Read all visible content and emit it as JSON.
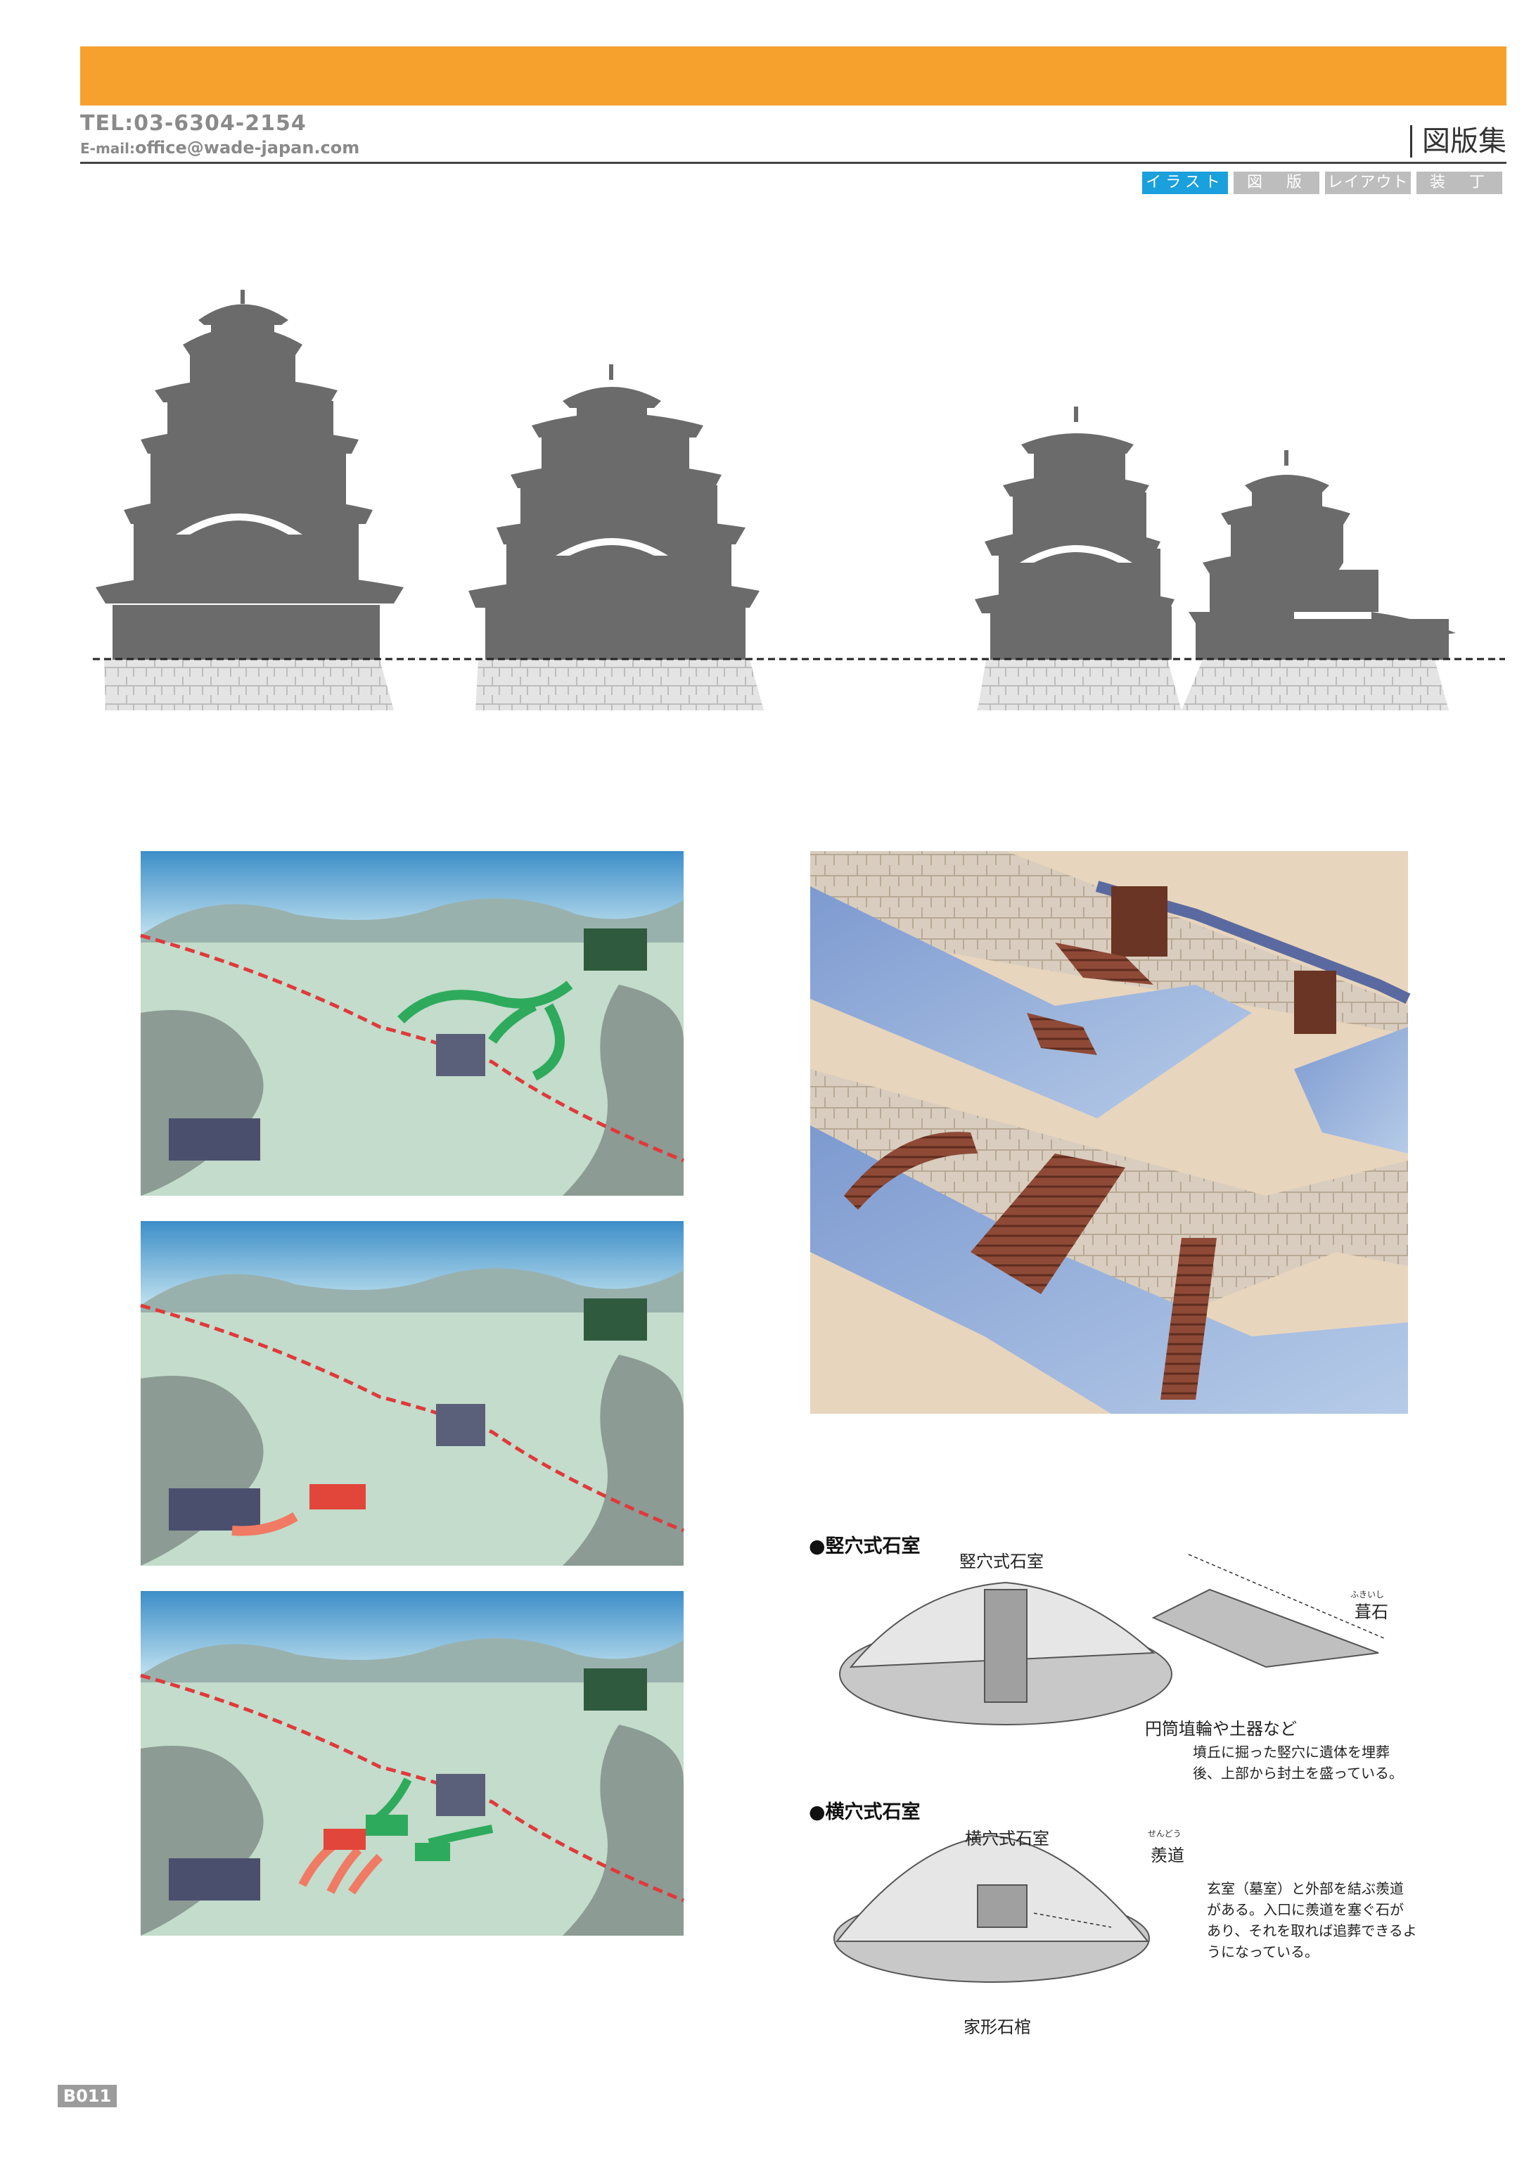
{
  "header": {
    "tel": "TEL:03-6304-2154",
    "email_label": "E-mail:",
    "email": "office@wade-japan.com",
    "section_title": "図版集",
    "tabs": [
      {
        "label": "イラスト",
        "active": true
      },
      {
        "label": "図　版",
        "active": false
      },
      {
        "label": "レイアウト",
        "active": false
      },
      {
        "label": "装　丁",
        "active": false
      }
    ]
  },
  "colors": {
    "accent": "#f6a02e",
    "tab_active": "#1aa0dc",
    "tab_inactive": "#bdbdbd",
    "castle_silhouette": "#6b6b6b",
    "moat_water": "#8aa5cf",
    "field_green": "#c3dccb"
  },
  "illustrations": {
    "castle_silhouettes": [
      "castle-silhouette-1",
      "castle-silhouette-2",
      "castle-silhouette-3",
      "castle-silhouette-4"
    ],
    "battle_panels": [
      "battle-panel-1",
      "battle-panel-2",
      "battle-panel-3"
    ],
    "moat": "castle-moat-bridges"
  },
  "tomb_diagrams": {
    "tateana": {
      "heading": "●竪穴式石室",
      "label_chamber": "竪穴式石室",
      "label_fukiishi": "葺石",
      "ruby_fukiishi": "ふきいし",
      "label_haniwa": "円筒埴輪や土器など",
      "note_lines": [
        "墳丘に掘った竪穴に遺体を埋葬",
        "後、上部から封土を盛っている。"
      ]
    },
    "yokoana": {
      "heading": "●横穴式石室",
      "label_chamber": "横穴式石室",
      "label_sendo": "羨道",
      "ruby_sendo": "せんどう",
      "label_sarcophagus": "家形石棺",
      "note_lines": [
        "玄室（墓室）と外部を結ぶ羨道",
        "がある。入口に羨道を塞ぐ石が",
        "あり、それを取れば追葬できるよ",
        "うになっている。"
      ]
    }
  },
  "footer": {
    "page_id": "B011"
  }
}
